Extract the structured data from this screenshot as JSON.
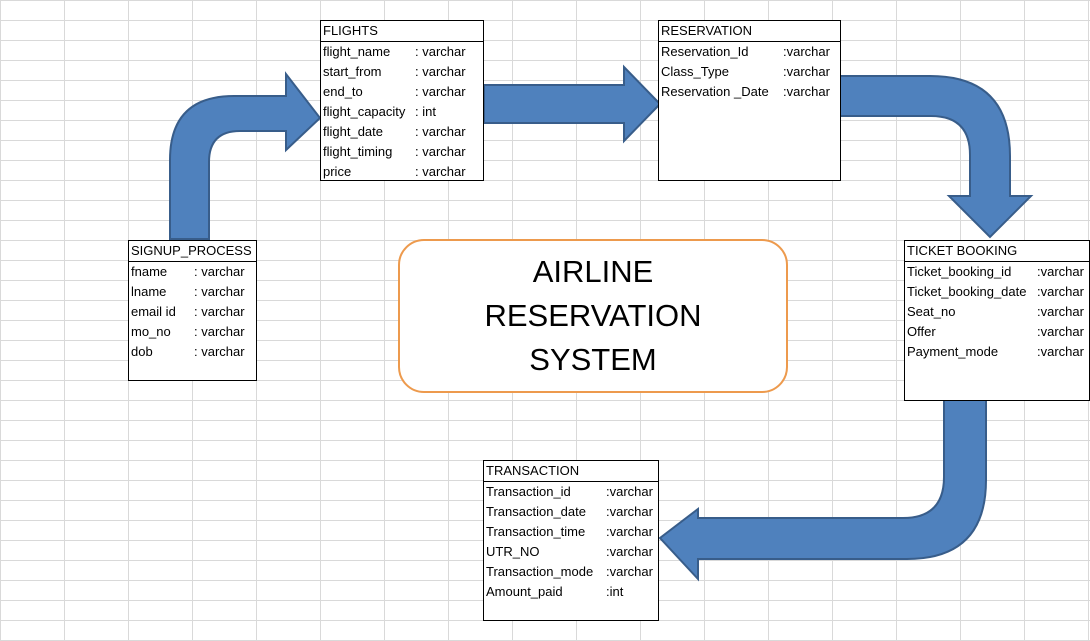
{
  "diagram": {
    "title": "AIRLINE RESERVATION SYSTEM",
    "colors": {
      "arrow_fill": "#4f81bd",
      "arrow_stroke": "#385d8a",
      "title_border": "#ed9a4d",
      "grid": "#d9d9d9"
    },
    "flow": [
      "SIGNUP_PROCESS",
      "FLIGHTS",
      "RESERVATION",
      "TICKET BOOKING",
      "TRANSACTION"
    ],
    "tables": {
      "signup": {
        "name": "SIGNUP_PROCESS",
        "fields": [
          {
            "name": "fname",
            "type": ": varchar"
          },
          {
            "name": "lname",
            "type": ": varchar"
          },
          {
            "name": "email id",
            "type": ": varchar"
          },
          {
            "name": "mo_no",
            "type": ": varchar"
          },
          {
            "name": "dob",
            "type": ": varchar"
          }
        ]
      },
      "flights": {
        "name": "FLIGHTS",
        "fields": [
          {
            "name": "flight_name",
            "type": ": varchar"
          },
          {
            "name": "start_from",
            "type": ": varchar"
          },
          {
            "name": "end_to",
            "type": ": varchar"
          },
          {
            "name": "flight_capacity",
            "type": ": int"
          },
          {
            "name": "flight_date",
            "type": ": varchar"
          },
          {
            "name": "flight_timing",
            "type": ": varchar"
          },
          {
            "name": "price",
            "type": ": varchar"
          }
        ]
      },
      "reservation": {
        "name": "RESERVATION",
        "fields": [
          {
            "name": "Reservation_Id",
            "type": ":varchar"
          },
          {
            "name": "Class_Type",
            "type": ":varchar"
          },
          {
            "name": "Reservation _Date",
            "type": ":varchar"
          }
        ]
      },
      "ticket_booking": {
        "name": "TICKET BOOKING",
        "fields": [
          {
            "name": "Ticket_booking_id",
            "type": ":varchar"
          },
          {
            "name": "Ticket_booking_date",
            "type": ":varchar"
          },
          {
            "name": "Seat_no",
            "type": ":varchar"
          },
          {
            "name": "Offer",
            "type": ":varchar"
          },
          {
            "name": "Payment_mode",
            "type": ":varchar"
          }
        ]
      },
      "transaction": {
        "name": "TRANSACTION",
        "fields": [
          {
            "name": "Transaction_id",
            "type": ":varchar"
          },
          {
            "name": "Transaction_date",
            "type": ":varchar"
          },
          {
            "name": "Transaction_time",
            "type": ":varchar"
          },
          {
            "name": "UTR_NO",
            "type": ":varchar"
          },
          {
            "name": "Transaction_mode",
            "type": ":varchar"
          },
          {
            "name": "Amount_paid",
            "type": ":int"
          }
        ]
      }
    }
  }
}
